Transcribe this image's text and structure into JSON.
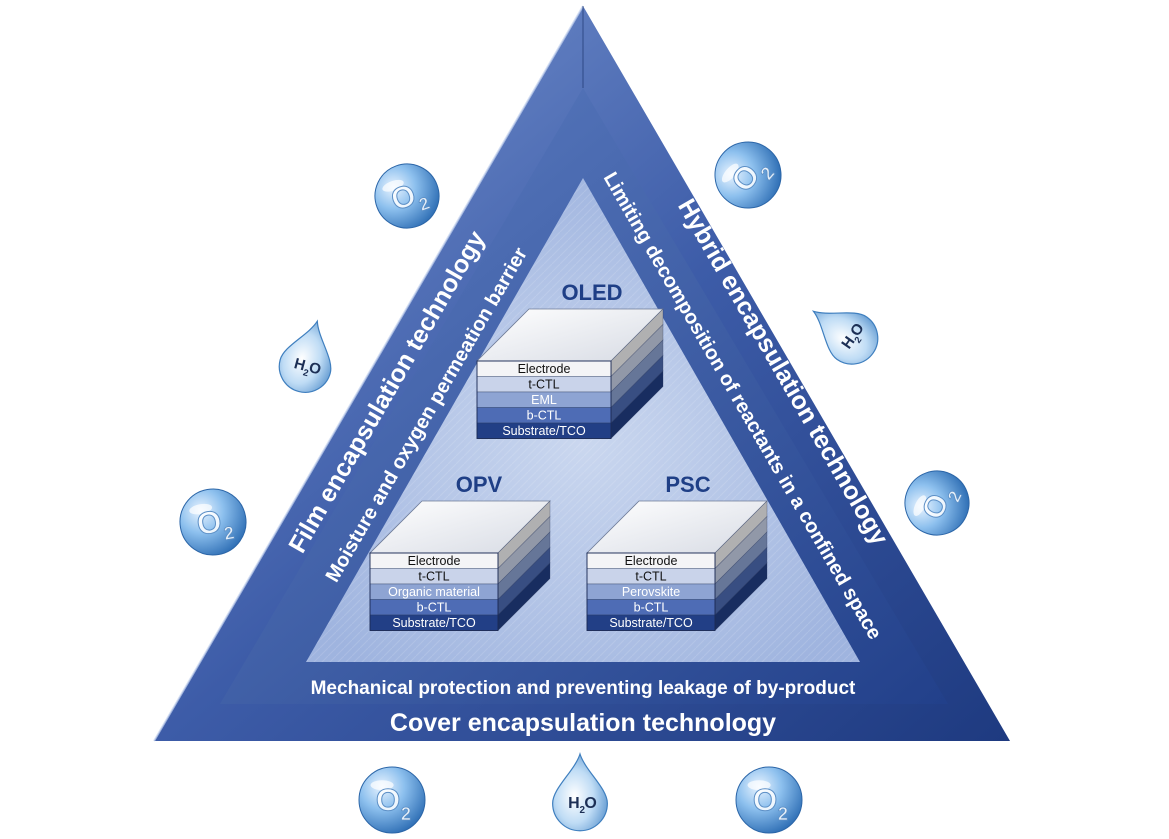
{
  "outer_band": {
    "left_label": "Film encapsulation technology",
    "right_label": "Hybrid encapsulation technology",
    "bottom_label": "Cover encapsulation technology"
  },
  "inner_band": {
    "left_label": "Moisture and oxygen permeation barrier",
    "right_label": "Limiting decomposition of reactants in a confined space",
    "bottom_label": "Mechanical protection and preventing leakage of by-product"
  },
  "devices": {
    "oled": {
      "title": "OLED",
      "layers": [
        "Electrode",
        "t-CTL",
        "EML",
        "b-CTL",
        "Substrate/TCO"
      ]
    },
    "opv": {
      "title": "OPV",
      "layers": [
        "Electrode",
        "t-CTL",
        "Organic material",
        "b-CTL",
        "Substrate/TCO"
      ]
    },
    "psc": {
      "title": "PSC",
      "layers": [
        "Electrode",
        "t-CTL",
        "Perovskite",
        "b-CTL",
        "Substrate/TCO"
      ]
    }
  },
  "molecules": {
    "oxygen": {
      "symbol": "O",
      "subscript": "2"
    },
    "water": {
      "symbol": "H",
      "subscript": "2",
      "suffix": "O"
    }
  },
  "colors": {
    "outer_band": "#3a5aa6",
    "inner_band": "#2a4894",
    "core": "#a9bde3",
    "layer_palette": [
      "#f4f4f6",
      "#c9d3ea",
      "#8ea4d3",
      "#4e6cb5",
      "#223f86"
    ],
    "bubble": "#5b9bd8"
  }
}
